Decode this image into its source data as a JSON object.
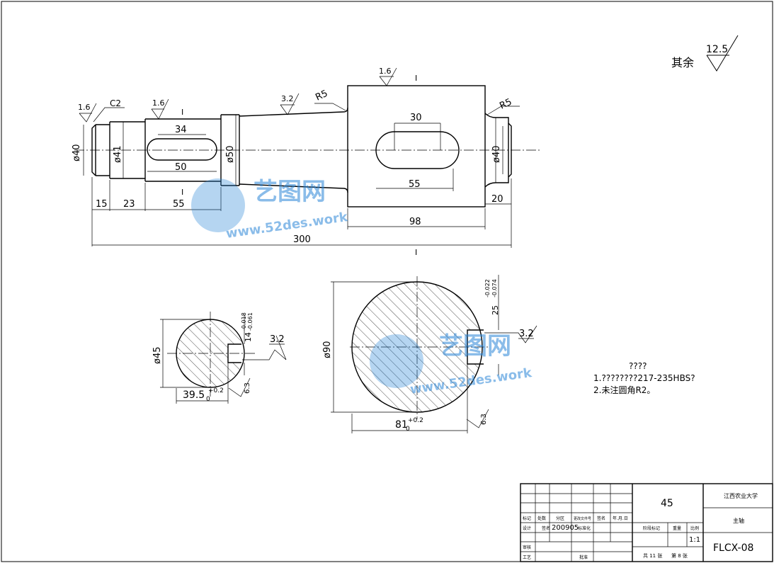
{
  "roughness": {
    "other_label": "其余",
    "other_value": "12.5",
    "left_end": "1.6",
    "keyway_left": "1.6",
    "taper": "3.2",
    "block_top": "1.6",
    "section_a_key": "3.2",
    "section_a_side": "6.3",
    "section_b_key": "3.2",
    "section_b_side": "6.3"
  },
  "labels": {
    "chamfer": "C2",
    "fillet_left": "R5",
    "fillet_right": "R5",
    "section_mark": "I"
  },
  "dimensions": {
    "d40_left": "ø40",
    "d41": "ø41",
    "d50": "ø50",
    "d40_right": "ø40",
    "key_len_34": "34",
    "key_len_50": "50",
    "key_len_30": "30",
    "key_len_55_right": "55",
    "len_15": "15",
    "len_23": "23",
    "len_55": "55",
    "len_20": "20",
    "len_98": "98",
    "total_300": "300",
    "sec_a_dia": "ø45",
    "sec_a_depth": "39.5",
    "sec_a_depth_sub": "0",
    "sec_a_depth_sup": "+0.2",
    "sec_a_width": "14",
    "sec_a_width_tol_up": "-0.018",
    "sec_a_width_tol_low": "-0.061",
    "sec_b_dia": "ø90",
    "sec_b_depth": "81",
    "sec_b_depth_sub": "0",
    "sec_b_depth_sup": "+0.2",
    "sec_b_width": "25",
    "sec_b_width_tol_up": "-0.022",
    "sec_b_width_tol_low": "-0.074"
  },
  "notes": {
    "heading": "????",
    "line1": "1.????????217-235HBS?",
    "line2": "2.未注圆角R2。"
  },
  "title_block": {
    "material": "45",
    "university": "江西农业大学",
    "part_name": "主轴",
    "drawing_no": "FLCX-08",
    "scale": "1:1",
    "date": "200905",
    "sheet_total": "共 11 张",
    "sheet_no": "第 8 张",
    "row_labels": [
      "标记",
      "处数",
      "分区",
      "更改文件号",
      "签名",
      "年.月.日"
    ],
    "design": "设计",
    "standard": "标准化",
    "check": "审核",
    "process": "工艺",
    "approve": "批准",
    "stage_mark": "阶段标记",
    "weight": "重量",
    "ratio": "比例",
    "name_col": "签名"
  },
  "watermark": {
    "brand": "艺图网",
    "url": "www.52des.work"
  },
  "colors": {
    "line": "#000000",
    "watermark": "#2b87d8"
  }
}
